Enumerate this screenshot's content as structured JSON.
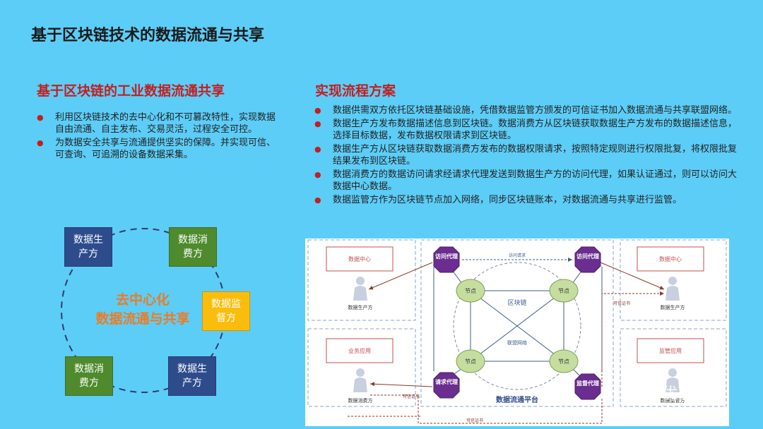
{
  "title": "基于区块链技术的数据流通与共享",
  "left": {
    "title": "基于区块链的工业数据流通共享",
    "bullets": [
      "利用区块链技术的去中心化和不可篡改特性，实现数据自由流通、自主发布、交易灵活，过程安全可控。",
      "为数据安全共享与流通提供坚实的保障。并实现可信、可查询、可追溯的设备数据采集。"
    ],
    "ring": {
      "center_line1": "去中心化",
      "center_line2": "数据流通与共享",
      "nodes": [
        "数据生产方",
        "数据消费方",
        "数据监督方",
        "数据消费方",
        "数据生产方"
      ]
    }
  },
  "right": {
    "title": "实现流程方案",
    "bullets": [
      "数据供需双方依托区块链基础设施，凭借数据监管方颁发的可信证书加入数据流通与共享联盟网络。",
      "数据生产方发布数据描述信息到区块链。数据消费方从区块链获取数据生产方发布的数据描述信息，选择目标数据，发布数据权限请求到区块链。",
      "数据生产方从区块链获取数据消费方发布的数据权限请求，按照特定规则进行权限批复，将权限批复结果发布到区块链。",
      "数据消费方的数据访问请求经请求代理发送到数据生产方的访问代理，如果认证通过，则可以访问大数据中心数据。",
      "数据监管方作为区块链节点加入网络，同步区块链账本，对数据流通与共享进行监管。"
    ]
  },
  "diagram": {
    "panels": {
      "top_left_box": "数据中心",
      "top_left_user": "数据生产方",
      "bottom_left_box": "业务应用",
      "bottom_left_user": "数据消费方",
      "top_right_box": "数据中心",
      "top_right_user": "数据生产方",
      "bottom_right_box": "监管应用",
      "bottom_right_user": "数据监管方"
    },
    "agents": {
      "access_proxy": "访问代理",
      "request_proxy": "请求代理",
      "supervise_proxy": "监督代理"
    },
    "node_label": "节点",
    "blockchain_label": "区块链",
    "network_label": "联盟网络",
    "platform_label": "数据流通平台",
    "cert_label": "可信证书",
    "access_label": "访问请求"
  },
  "watermark": "优享智库",
  "colors": {
    "background": "#5ccdf7",
    "accent_red": "#c21f1f",
    "orange": "#ee7b22",
    "blue_box": "#2e4c8c",
    "green_box": "#4f8a2c",
    "yellow_box": "#fbbd0d",
    "agent_purple": "#6b2d8f",
    "node_green": "#c5dea0"
  }
}
